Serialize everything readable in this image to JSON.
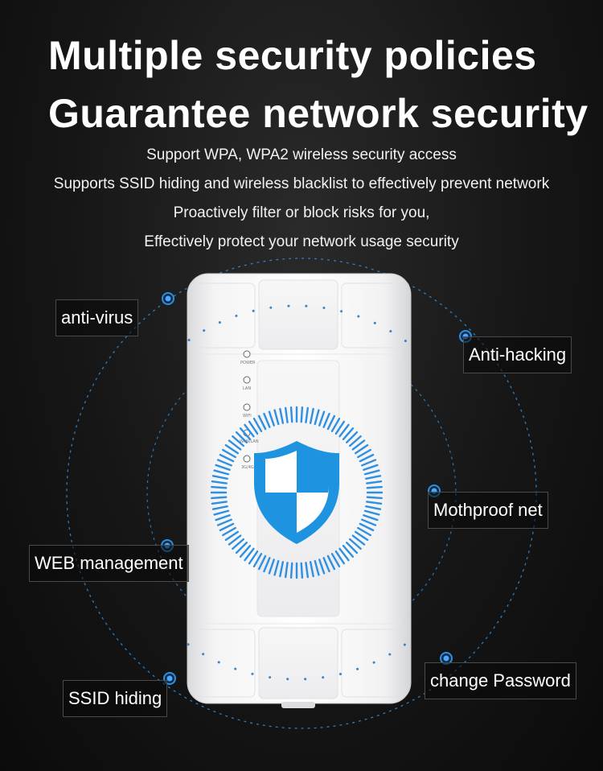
{
  "headline": {
    "line1": "Multiple security policies",
    "line2": "Guarantee network security"
  },
  "subtext": [
    "Support WPA, WPA2 wireless security access",
    "Supports SSID hiding and wireless blacklist to effectively prevent network",
    "Proactively filter or block risks for you,",
    "Effectively protect your network usage security"
  ],
  "device": {
    "led_labels": [
      "POWER",
      "LAN",
      "WIFI",
      "WAN/LAN",
      "3G/4G"
    ],
    "shield_icon": "shield-icon"
  },
  "features": {
    "anti_virus": "anti-virus",
    "anti_hacking": "Anti-hacking",
    "mothproof_net": "Mothproof net",
    "web_management": "WEB management",
    "change_password": "change Password",
    "ssid_hiding": "SSID hiding"
  },
  "colors": {
    "accent_blue": "#2f8fe0",
    "shield_blue": "#1e93e0",
    "background": "#141414"
  }
}
